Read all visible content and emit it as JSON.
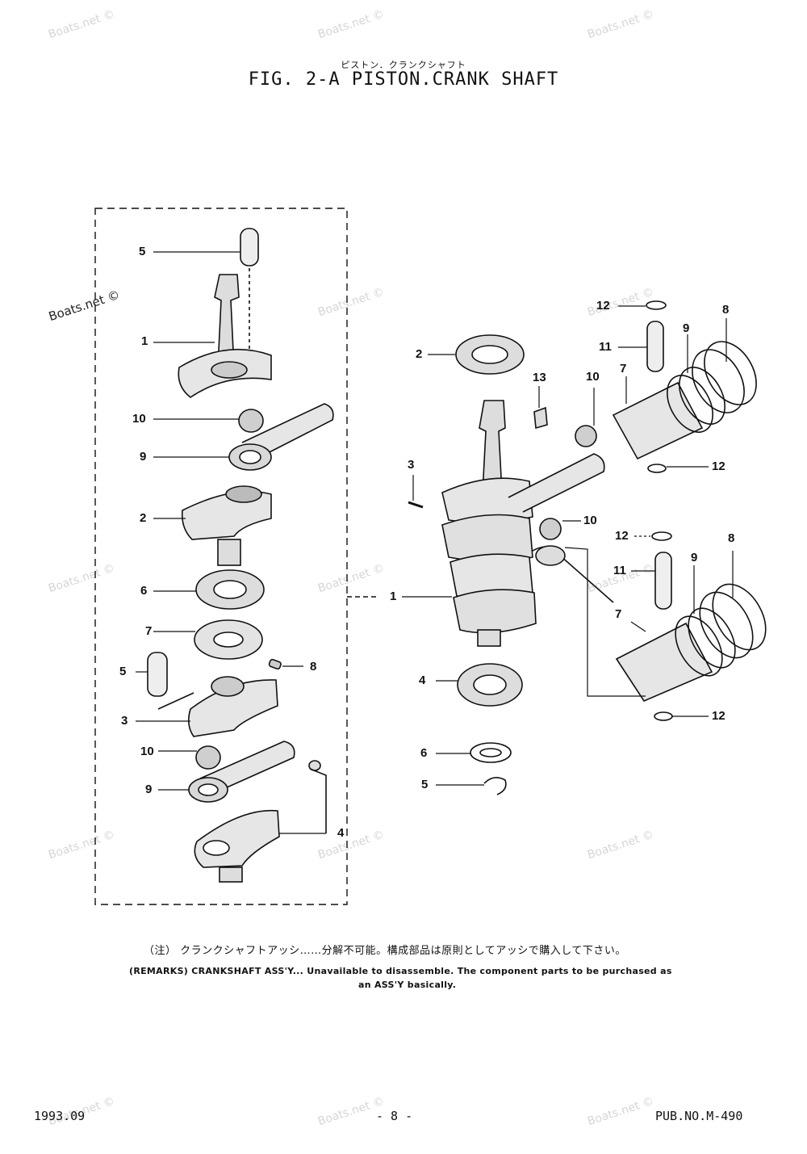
{
  "header": {
    "subtitle_jp": "ピストン．クランクシャフト",
    "title": "FIG.  2-A PISTON.CRANK SHAFT"
  },
  "watermark": {
    "text": "Boats.net ©"
  },
  "left_callouts": [
    "5",
    "1",
    "10",
    "9",
    "2",
    "6",
    "7",
    "5",
    "8",
    "3",
    "10",
    "9",
    "4"
  ],
  "right_callouts": [
    "2",
    "13",
    "3",
    "1",
    "4",
    "6",
    "5",
    "10",
    "12",
    "11",
    "7",
    "9",
    "8",
    "12",
    "10",
    "12",
    "11",
    "9",
    "8",
    "7",
    "12"
  ],
  "remarks": {
    "jp": "（注）  クランクシャフトアッシ……分解不可能。構成部品は原則としてアッシで購入して下さい。",
    "en_line1": "(REMARKS)   CRANKSHAFT ASS'Y... Unavailable to disassemble. The component parts to be purchased as",
    "en_line2": "an ASS'Y basically."
  },
  "footer": {
    "date": "1993.09",
    "page": "- 8 -",
    "pub": "PUB.NO.M-490"
  }
}
